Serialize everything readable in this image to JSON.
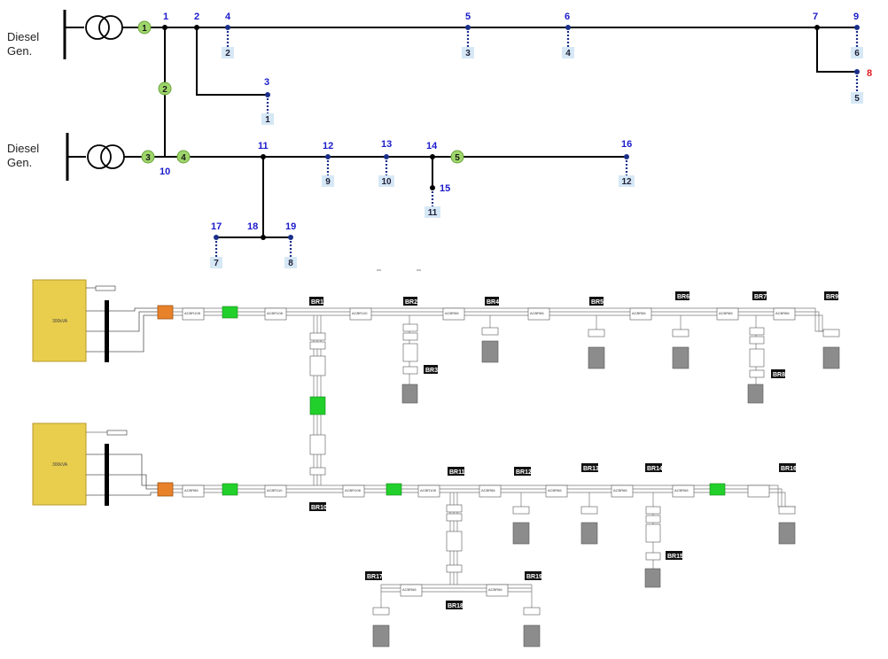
{
  "one_line": {
    "generator_label": "Diesel Gen.",
    "bus_labels": [
      "1",
      "2",
      "4",
      "5",
      "6",
      "7",
      "9",
      "8",
      "3",
      "10",
      "11",
      "12",
      "13",
      "14",
      "15",
      "16",
      "17",
      "18",
      "19"
    ],
    "branch_numbers": [
      "1",
      "2",
      "3",
      "4",
      "5"
    ],
    "load_numbers": [
      "2",
      "3",
      "4",
      "6",
      "5",
      "1",
      "9",
      "10",
      "11",
      "12",
      "7",
      "8"
    ]
  },
  "schematic": {
    "br_labels": [
      "BR1",
      "BR2",
      "BR3",
      "BR4",
      "BR5",
      "BR6",
      "BR7",
      "BR8",
      "BR9",
      "BR10",
      "BR11",
      "BR12",
      "BR13",
      "BR14",
      "BR15",
      "BR16",
      "BR17",
      "BR18",
      "BR19"
    ],
    "cable_labels": [
      "ACBR108",
      "ACBR108",
      "ACBR110",
      "ACBR66",
      "ACBR66",
      "ACBR66",
      "ACBR66",
      "ACBR66",
      "ACBR66",
      "ACBR110",
      "ACBR108",
      "ACBR108",
      "ACBR66",
      "ACBR66",
      "ACBR66",
      "ACBR66",
      "ACBR66",
      "ACBR66"
    ],
    "generator_block_text": [
      "300kVA",
      "300kVA"
    ],
    "colors": {
      "generator": "#e9cd4d",
      "breaker_orange": "#e8822a",
      "switch_green": "#22d02b",
      "load_gray": "#8c8c8c",
      "label_bg": "#111111"
    }
  }
}
